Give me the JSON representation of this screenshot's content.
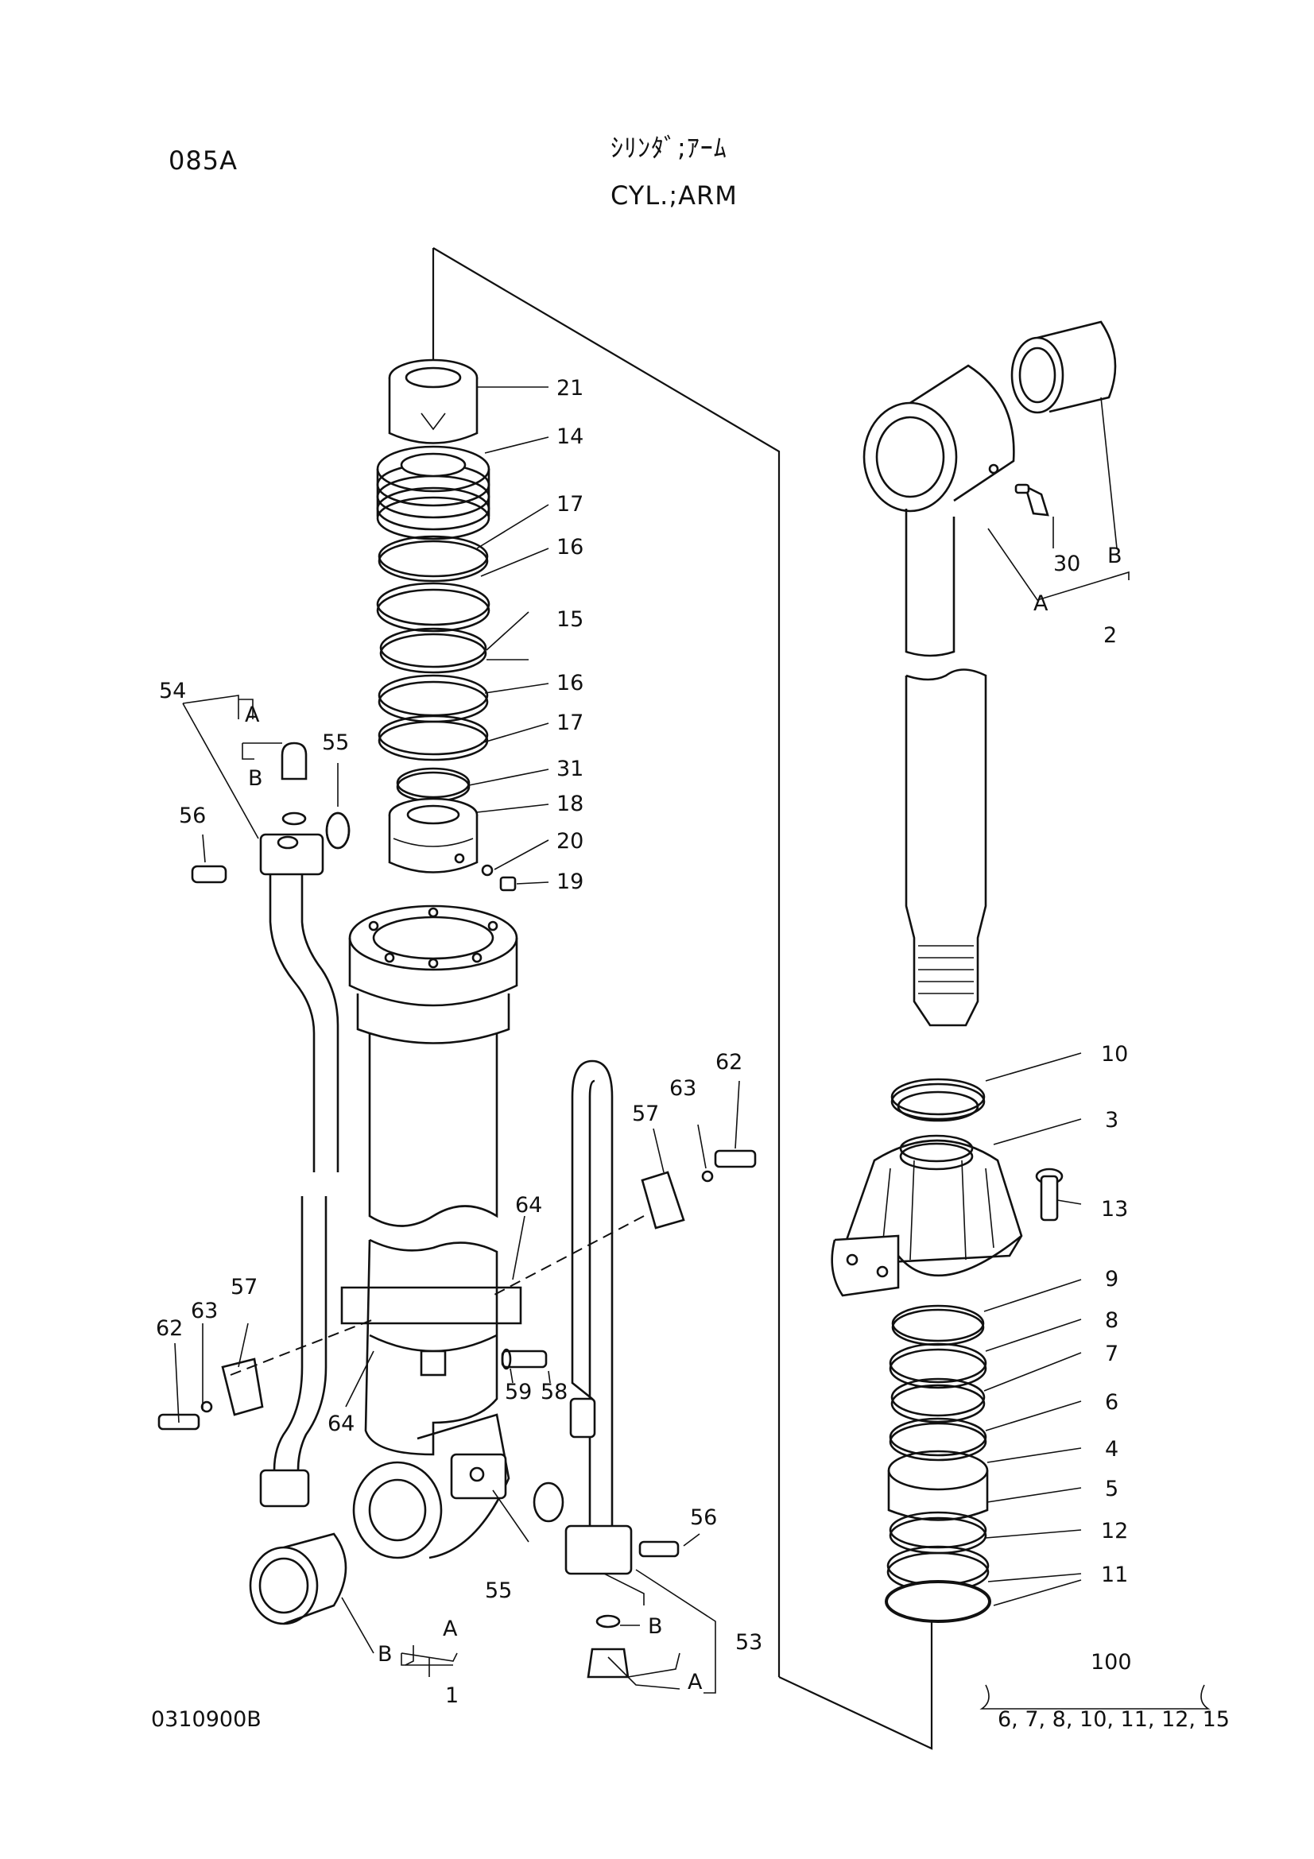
{
  "header": {
    "page_code": "085A",
    "title_jp": "ｼﾘﾝﾀﾞ;ｱｰﾑ",
    "title_en": "CYL.;ARM"
  },
  "footer": {
    "drawing_number": "0310900B",
    "kit_number": "100",
    "kit_contents": "6, 7, 8, 10, 11, 12, 15"
  },
  "callouts": {
    "p21": "21",
    "p14": "14",
    "p17a": "17",
    "p16a": "16",
    "p15": "15",
    "p16b": "16",
    "p17b": "17",
    "p31": "31",
    "p18": "18",
    "p20": "20",
    "p19": "19",
    "p54": "54",
    "p54A": "A",
    "p54B": "B",
    "p55a": "55",
    "p56a": "56",
    "p30": "30",
    "p2B": "B",
    "p2A": "A",
    "p2": "2",
    "p10": "10",
    "p3": "3",
    "p13": "13",
    "p9": "9",
    "p8": "8",
    "p7": "7",
    "p6": "6",
    "p4": "4",
    "p5": "5",
    "p12": "12",
    "p11": "11",
    "p62a": "62",
    "p63a": "63",
    "p57a": "57",
    "p64a": "64",
    "p57b": "57",
    "p63b": "63",
    "p62b": "62",
    "p64b": "64",
    "p59": "59",
    "p58": "58",
    "p55b": "55",
    "p56b": "56",
    "p1A": "A",
    "p1B": "B",
    "p1": "1",
    "p53B": "B",
    "p53A": "A",
    "p53": "53"
  }
}
